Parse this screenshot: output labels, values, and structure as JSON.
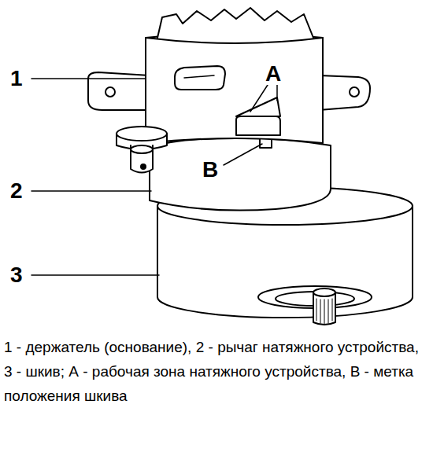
{
  "diagram": {
    "caption": "1 - держатель (основание), 2 - рычаг натяжного устройства, 3 - шкив; А - рабочая зона натяжного устройства, В - метка положения шкива",
    "labels": [
      "1",
      "2",
      "3",
      "A",
      "B"
    ]
  }
}
